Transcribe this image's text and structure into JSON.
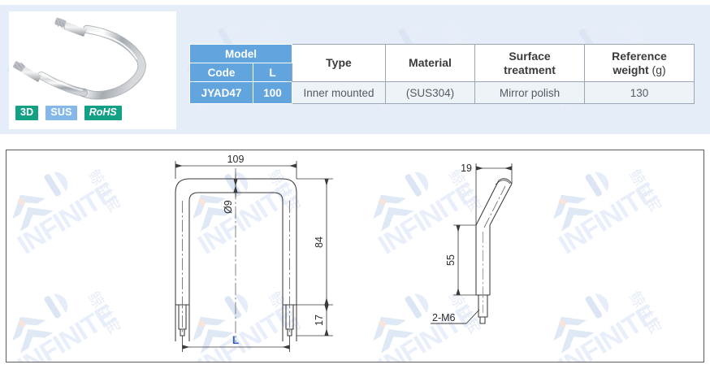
{
  "watermark": {
    "brand_text": "INFINITE",
    "cjk_text": "鲸益宝",
    "color": "#e8eef7"
  },
  "product_photo": {
    "alt_name": "stainless-steel-u-shaped-pull-handle",
    "badges": [
      {
        "id": "3d-badge",
        "label": "3D",
        "bg": "#13a085",
        "fg": "#ffffff"
      },
      {
        "id": "sus-badge",
        "label": "SUS",
        "bg": "#85b7e8",
        "fg": "#ffffff"
      },
      {
        "id": "rohs-badge",
        "label": "RoHS",
        "bg": "#13a085",
        "fg": "#ffffff"
      }
    ]
  },
  "spec_table": {
    "accent_color": "#62a5de",
    "group_header": "Model",
    "headers": {
      "code": "Code",
      "l": "L",
      "type": "Type",
      "material": "Material",
      "surface_treatment_line1": "Surface",
      "surface_treatment_line2": "treatment",
      "reference_weight_line1": "Reference",
      "reference_weight_line2": "weight",
      "reference_weight_unit": " (g)"
    },
    "row": {
      "code": "JYAD47",
      "l": "100",
      "type": "Inner mounted",
      "material": "(SUS304)",
      "surface_treatment": "Mirror polish",
      "reference_weight": "130"
    }
  },
  "drawing_front": {
    "name": "front-elevation-view",
    "dim_width": "109",
    "dim_diameter": "Ø9",
    "dim_height": "84",
    "dim_foot": "17",
    "dim_length_label": "L",
    "length_label_color": "#2f5fc0"
  },
  "drawing_side": {
    "name": "side-profile-view",
    "dim_width": "19",
    "dim_height": "55",
    "thread_callout": "2-M6"
  }
}
